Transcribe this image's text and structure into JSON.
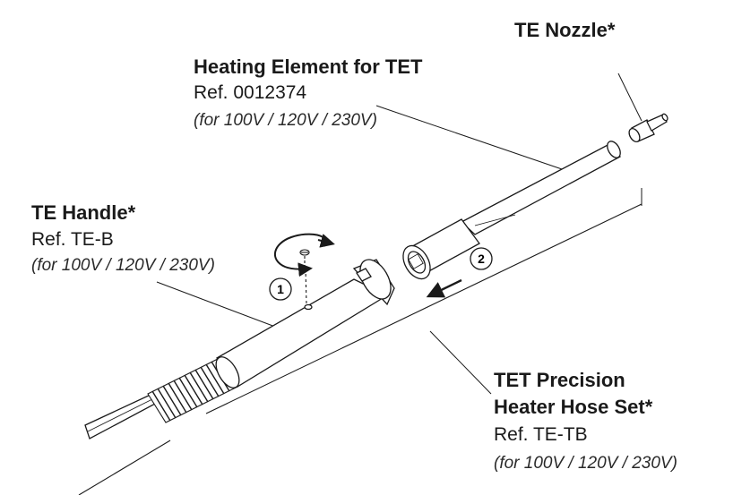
{
  "labels": {
    "nozzle": {
      "title": "TE Nozzle*"
    },
    "heating": {
      "title": "Heating Element for TET",
      "ref": "Ref. 0012374",
      "note": "(for 100V / 120V / 230V)"
    },
    "handle": {
      "title": "TE Handle*",
      "ref": "Ref. TE-B",
      "note": "(for 100V / 120V / 230V)"
    },
    "hose": {
      "title_line1": "TET Precision",
      "title_line2": "Heater Hose Set*",
      "ref": "Ref. TE-TB",
      "note": "(for 100V / 120V / 230V)"
    }
  },
  "steps": {
    "step1": "1",
    "step2": "2"
  },
  "colors": {
    "stroke": "#1a1a1a",
    "fill": "#ffffff"
  }
}
